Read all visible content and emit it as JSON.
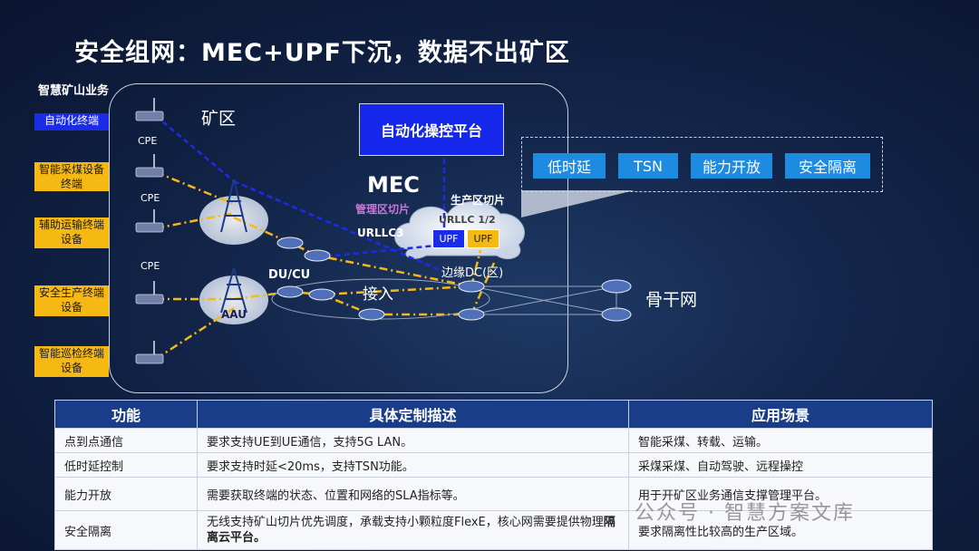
{
  "title": "安全组网：MEC+UPF下沉，数据不出矿区",
  "business_title": "智慧矿山业务",
  "devices": [
    {
      "label": "自动化终端",
      "style": "blue"
    },
    {
      "label": "智能采煤设备终端",
      "style": "yellow"
    },
    {
      "label": "辅助运输终端设备",
      "style": "yellow"
    },
    {
      "label": "安全生产终端设备",
      "style": "yellow"
    },
    {
      "label": "智能巡检终端设备",
      "style": "yellow"
    }
  ],
  "cpe_label": "CPE",
  "mine_area_label": "矿区",
  "platform_label": "自动化操控平台",
  "features": [
    "低时延",
    "TSN",
    "能力开放",
    "安全隔离"
  ],
  "mec_label": "MEC",
  "mgmt_slice_label": "管理区切片",
  "urllc3_label": "URLLC3",
  "prod_slice_label": "生产区切片",
  "urllc12_label": "URLLC 1/2",
  "upf_label": "UPF",
  "edge_dc_label": "边缘DC(区)",
  "ducu_label": "DU/CU",
  "aau_label": "AAU",
  "access_label": "接入",
  "backbone_label": "骨干网",
  "table": {
    "headers": [
      "功能",
      "具体定制描述",
      "应用场景"
    ],
    "rows": [
      {
        "func": "点到点通信",
        "desc": "要求支持UE到UE通信，支持5G LAN。",
        "desc_bold": "",
        "scene": "智能采煤、转载、运输。"
      },
      {
        "func": "低时延控制",
        "desc": "要求支持时延<20ms，支持TSN功能。",
        "desc_bold": "",
        "scene": "采煤采煤、自动驾驶、远程操控"
      },
      {
        "func": "能力开放",
        "desc": "需要获取终端的状态、位置和网络的SLA指标等。",
        "desc_bold": "",
        "scene": "用于开矿区业务通信支撑管理平台。"
      },
      {
        "func": "安全隔离",
        "desc": "无线支持矿山切片优先调度，承载支持小颗粒度FlexE，核心网需要提供物理",
        "desc_bold": "隔离云平台。",
        "scene": "要求隔离性比较高的生产区域。"
      }
    ]
  },
  "watermark": "公众号 · 智慧方案文库",
  "colors": {
    "accent_blue": "#1a2ce8",
    "accent_yellow": "#f6b914",
    "feature_blue": "#1d8be0",
    "table_header": "#1a3d8a"
  }
}
